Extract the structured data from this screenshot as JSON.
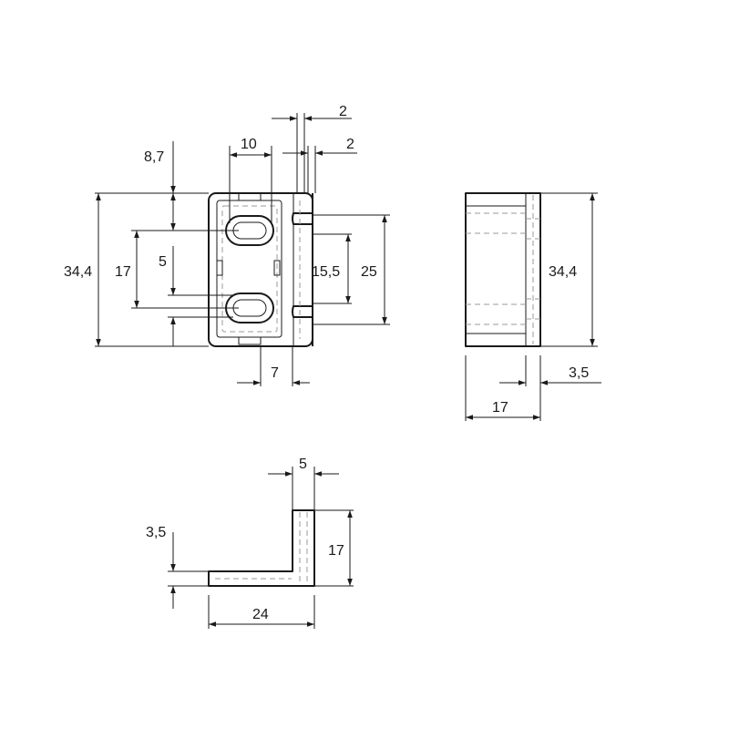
{
  "drawing": {
    "front_view": {
      "height_overall": "34,4",
      "slot_spacing": "17",
      "top_offset": "8,7",
      "slot_height": "5",
      "slot_width": "10",
      "flange_thickness_a": "2",
      "flange_thickness_b": "2",
      "notch_inner": "15,5",
      "notch_outer": "25",
      "notch_depth": "7"
    },
    "side_view": {
      "height_overall": "34,4",
      "width": "17",
      "thickness": "3,5"
    },
    "end_view": {
      "base_thickness": "3,5",
      "upright_height": "17",
      "upright_width": "5",
      "base_length": "24"
    }
  }
}
